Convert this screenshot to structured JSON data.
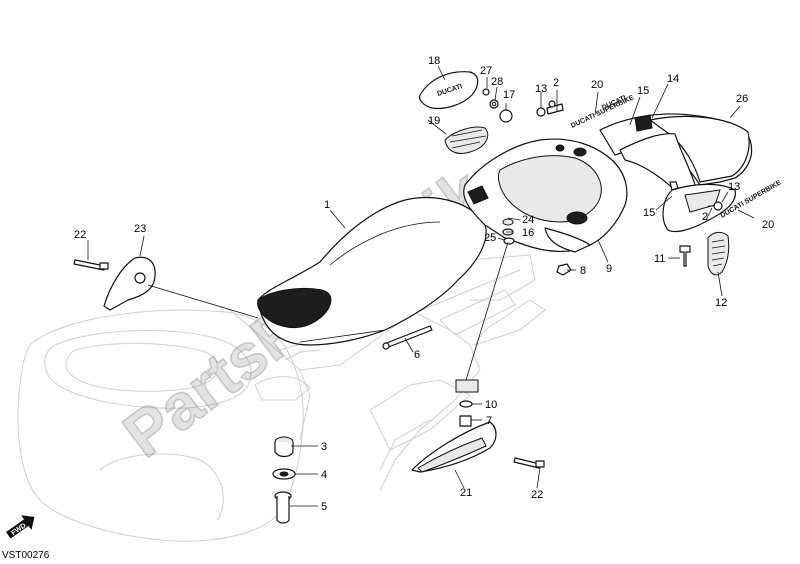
{
  "diagram": {
    "reference_code": "VST00276",
    "watermark": "PartsRepublik",
    "forward_label": "FWD",
    "callouts": [
      {
        "id": "c1",
        "label": "1"
      },
      {
        "id": "c2a",
        "label": "2"
      },
      {
        "id": "c2b",
        "label": "2"
      },
      {
        "id": "c3",
        "label": "3"
      },
      {
        "id": "c4",
        "label": "4"
      },
      {
        "id": "c5",
        "label": "5"
      },
      {
        "id": "c6",
        "label": "6"
      },
      {
        "id": "c7",
        "label": "7"
      },
      {
        "id": "c8",
        "label": "8"
      },
      {
        "id": "c9",
        "label": "9"
      },
      {
        "id": "c10",
        "label": "10"
      },
      {
        "id": "c11",
        "label": "11"
      },
      {
        "id": "c12",
        "label": "12"
      },
      {
        "id": "c13a",
        "label": "13"
      },
      {
        "id": "c13b",
        "label": "13"
      },
      {
        "id": "c14",
        "label": "14"
      },
      {
        "id": "c15a",
        "label": "15"
      },
      {
        "id": "c15b",
        "label": "15"
      },
      {
        "id": "c16",
        "label": "16"
      },
      {
        "id": "c17",
        "label": "17"
      },
      {
        "id": "c18",
        "label": "18"
      },
      {
        "id": "c19",
        "label": "19"
      },
      {
        "id": "c20a",
        "label": "20"
      },
      {
        "id": "c20b",
        "label": "20"
      },
      {
        "id": "c21",
        "label": "21"
      },
      {
        "id": "c22a",
        "label": "22"
      },
      {
        "id": "c22b",
        "label": "22"
      },
      {
        "id": "c23",
        "label": "23"
      },
      {
        "id": "c24",
        "label": "24"
      },
      {
        "id": "c25",
        "label": "25"
      },
      {
        "id": "c26",
        "label": "26"
      },
      {
        "id": "c27",
        "label": "27"
      },
      {
        "id": "c28",
        "label": "28"
      }
    ],
    "decals": {
      "brand_top": "DUCATI",
      "brand_superbike_top": "DUCATI SUPERBIKE",
      "brand_superbike_side": "DUCATI SUPERBIKE",
      "pad_logo": "DUCATI"
    }
  }
}
